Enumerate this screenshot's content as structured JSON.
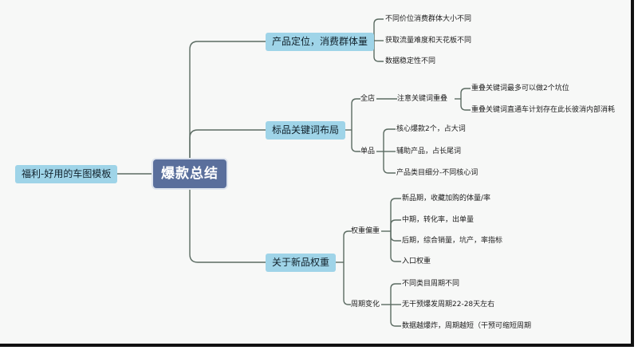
{
  "mindmap": {
    "root": "爆款总结",
    "side_topic": "福利-好用的车图模板",
    "branches": [
      {
        "label": "产品定位，消费群体量",
        "items": [
          "不同价位消费群体大小不同",
          "获取流量难度和天花板不同",
          "数据稳定性不同"
        ]
      },
      {
        "label": "标品关键词布局",
        "groups": [
          {
            "label": "全店",
            "sub": {
              "label": "注意关键词重叠",
              "items": [
                "重叠关键词最多可以做2个坑位",
                "重叠关键词直通车计划存在此长彼消内部消耗"
              ]
            }
          },
          {
            "label": "单品",
            "items": [
              "核心爆款2个，占大词",
              "辅助产品，占长尾词",
              "产品类目细分-不同核心词"
            ]
          }
        ]
      },
      {
        "label": "关于新品权重",
        "groups": [
          {
            "label": "权重偏重",
            "items": [
              "新品期，收藏加购的体量/率",
              "中期，转化率，出单量",
              "后期，综合销量，坑产，率指标",
              "入口权重"
            ]
          },
          {
            "label": "周期变化",
            "items": [
              "不同类目周期不同",
              "无干预爆发周期22-28天左右",
              "数据越爆炸，周期越短（干预可缩短周期"
            ]
          }
        ]
      }
    ]
  }
}
